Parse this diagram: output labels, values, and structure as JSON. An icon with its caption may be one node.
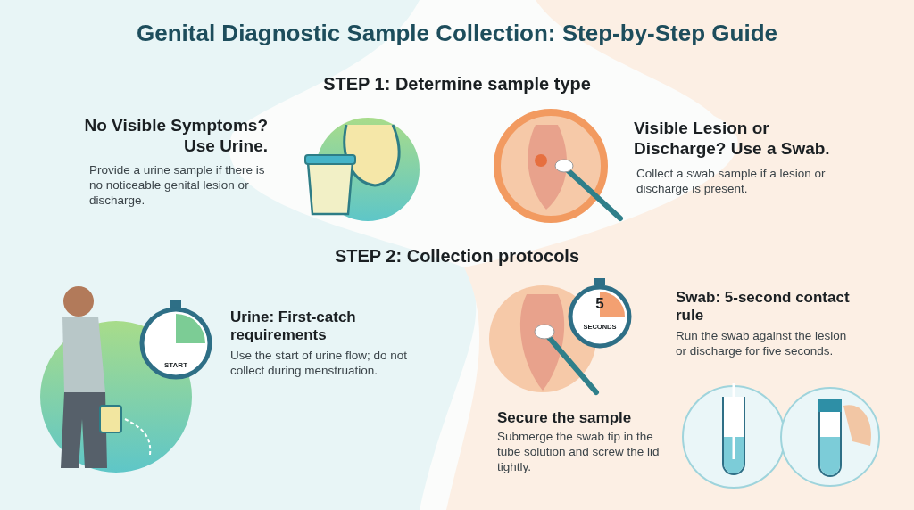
{
  "diagram": {
    "title": "Genital Diagnostic Sample Collection: Step-by-Step Guide",
    "labels": [
      "STEP 1: Determine sample type",
      "No Visible Symptoms? Use Urine.",
      "Provide a urine sample if there is no noticeable genital lesion or discharge.",
      "Visible Lesion or Discharge? Use a Swab.",
      "Collect a swab sample if a lesion or discharge is present.",
      "STEP 2: Collection protocols",
      "5",
      "SECONDS",
      "Swab: 5-second contact rule",
      "Run the swab against the lesion or discharge for five seconds.",
      "START",
      "Urine: First-catch requirements",
      "Use the start of urine flow; do not collect during menstruation.",
      "Secure the sample",
      "Submerge the swab tip in the tube solution and screw the lid tightly."
    ]
  }
}
